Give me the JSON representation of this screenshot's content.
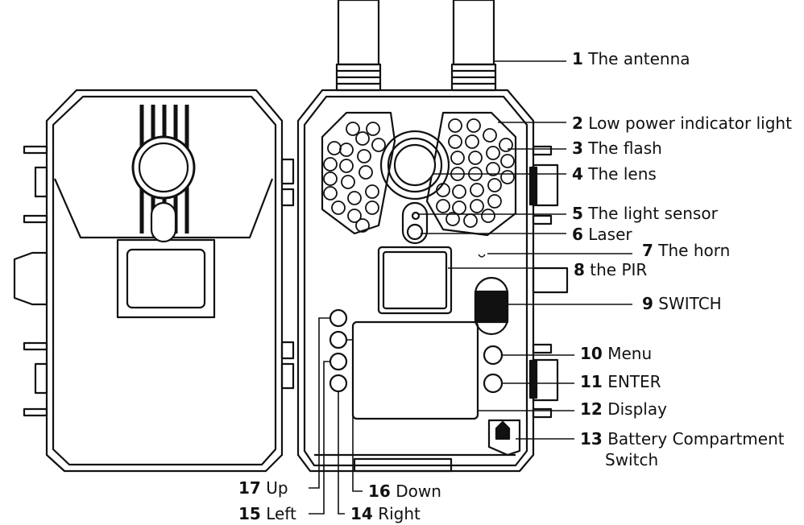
{
  "callouts": [
    {
      "num": "1",
      "text": "The antenna"
    },
    {
      "num": "2",
      "text": "Low power indicator light"
    },
    {
      "num": "3",
      "text": "The flash"
    },
    {
      "num": "4",
      "text": "The lens"
    },
    {
      "num": "5",
      "text": "The light sensor"
    },
    {
      "num": "6",
      "text": "Laser"
    },
    {
      "num": "7",
      "text": "The horn"
    },
    {
      "num": "8",
      "text": "the  PIR"
    },
    {
      "num": "9",
      "text": "SWITCH"
    },
    {
      "num": "10",
      "text": "Menu"
    },
    {
      "num": "11",
      "text": "ENTER"
    },
    {
      "num": "12",
      "text": "Display"
    },
    {
      "num": "13",
      "text": "Battery Compartment",
      "text2": "Switch"
    },
    {
      "num": "14",
      "text": "Right"
    },
    {
      "num": "15",
      "text": "Left"
    },
    {
      "num": "16",
      "text": "Down"
    },
    {
      "num": "17",
      "text": "Up"
    }
  ]
}
